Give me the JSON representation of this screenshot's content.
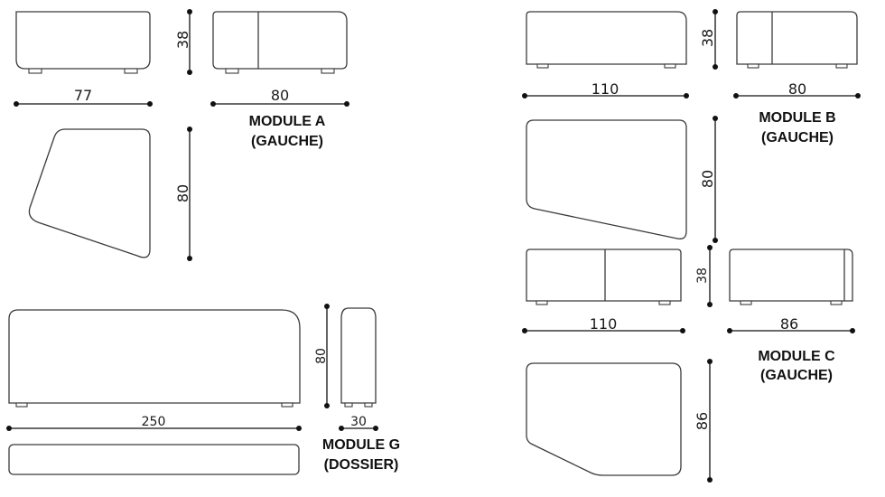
{
  "modules": {
    "a": {
      "name": "MODULE A",
      "side": "(GAUCHE)",
      "dims": {
        "front_width": "77",
        "side_width": "80",
        "height": "38",
        "depth": "80"
      }
    },
    "b": {
      "name": "MODULE B",
      "side": "(GAUCHE)",
      "dims": {
        "front_width": "110",
        "side_width": "80",
        "height": "38",
        "depth": "80"
      }
    },
    "c": {
      "name": "MODULE C",
      "side": "(GAUCHE)",
      "dims": {
        "front_width": "110",
        "side_width": "86",
        "height": "38",
        "depth": "86"
      }
    },
    "g": {
      "name": "MODULE G",
      "side": "(DOSSIER)",
      "dims": {
        "length": "250",
        "thickness": "30",
        "height": "80"
      }
    }
  }
}
